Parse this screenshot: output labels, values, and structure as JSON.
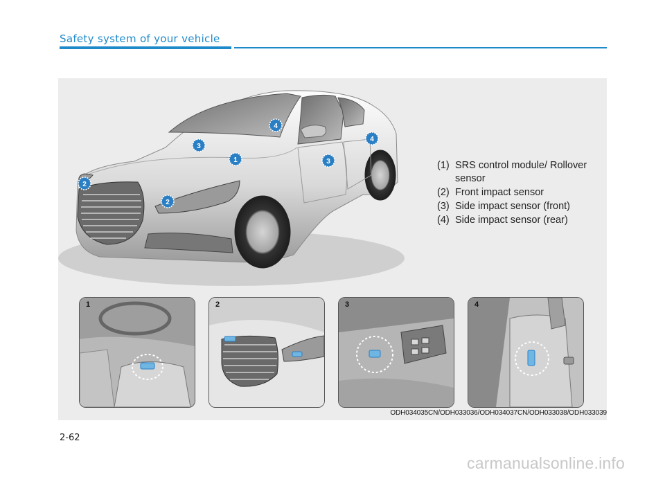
{
  "header": {
    "title": "Safety system of your vehicle"
  },
  "legend": {
    "items": [
      {
        "num": "(1)",
        "text": "SRS control module/ Rollover sensor"
      },
      {
        "num": "(2)",
        "text": "Front impact sensor"
      },
      {
        "num": "(3)",
        "text": "Side impact sensor (front)"
      },
      {
        "num": "(4)",
        "text": "Side impact sensor (rear)"
      }
    ]
  },
  "markers": [
    "1",
    "2",
    "2",
    "3",
    "3",
    "4",
    "4"
  ],
  "thumbnails": [
    {
      "num": "1"
    },
    {
      "num": "2"
    },
    {
      "num": "3"
    },
    {
      "num": "4"
    }
  ],
  "figure_codes": "ODH034035CN/ODH033036/ODH034037CN/ODH033038/ODH033039",
  "page_number": "2-62",
  "watermark": "carmanualsonline.info",
  "colors": {
    "accent": "#1f8ac9",
    "marker": "#2a7fc4",
    "panel": "#ececec"
  }
}
